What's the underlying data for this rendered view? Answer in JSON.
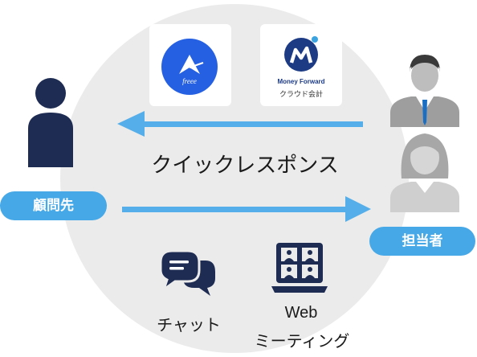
{
  "services": {
    "freee": {
      "icon": "freee-logo-icon",
      "brand_text": "freee",
      "color": "#2660e2"
    },
    "moneyforward": {
      "icon": "moneyforward-logo-icon",
      "name": "Money Forward",
      "sub": "クラウド会計",
      "color": "#1d3b85"
    }
  },
  "flow": {
    "label": "クイックレスポンス",
    "arrow_color": "#55aee9",
    "to_client_icon": "arrow-left-icon",
    "to_staff_icon": "arrow-right-icon"
  },
  "roles": {
    "client": {
      "label": "顧問先",
      "icon": "client-person-icon"
    },
    "staff": {
      "label": "担当者",
      "icons": [
        "male-staff-icon",
        "female-staff-icon"
      ]
    }
  },
  "tools": {
    "chat": {
      "label": "チャット",
      "icon": "chat-bubbles-icon"
    },
    "web": {
      "label_line1": "Web",
      "label_line2": "ミーティング",
      "icon": "web-meeting-icon"
    }
  },
  "colors": {
    "pill": "#46a8e7",
    "circle_bg": "#ebebeb",
    "navy": "#1e2b52"
  }
}
